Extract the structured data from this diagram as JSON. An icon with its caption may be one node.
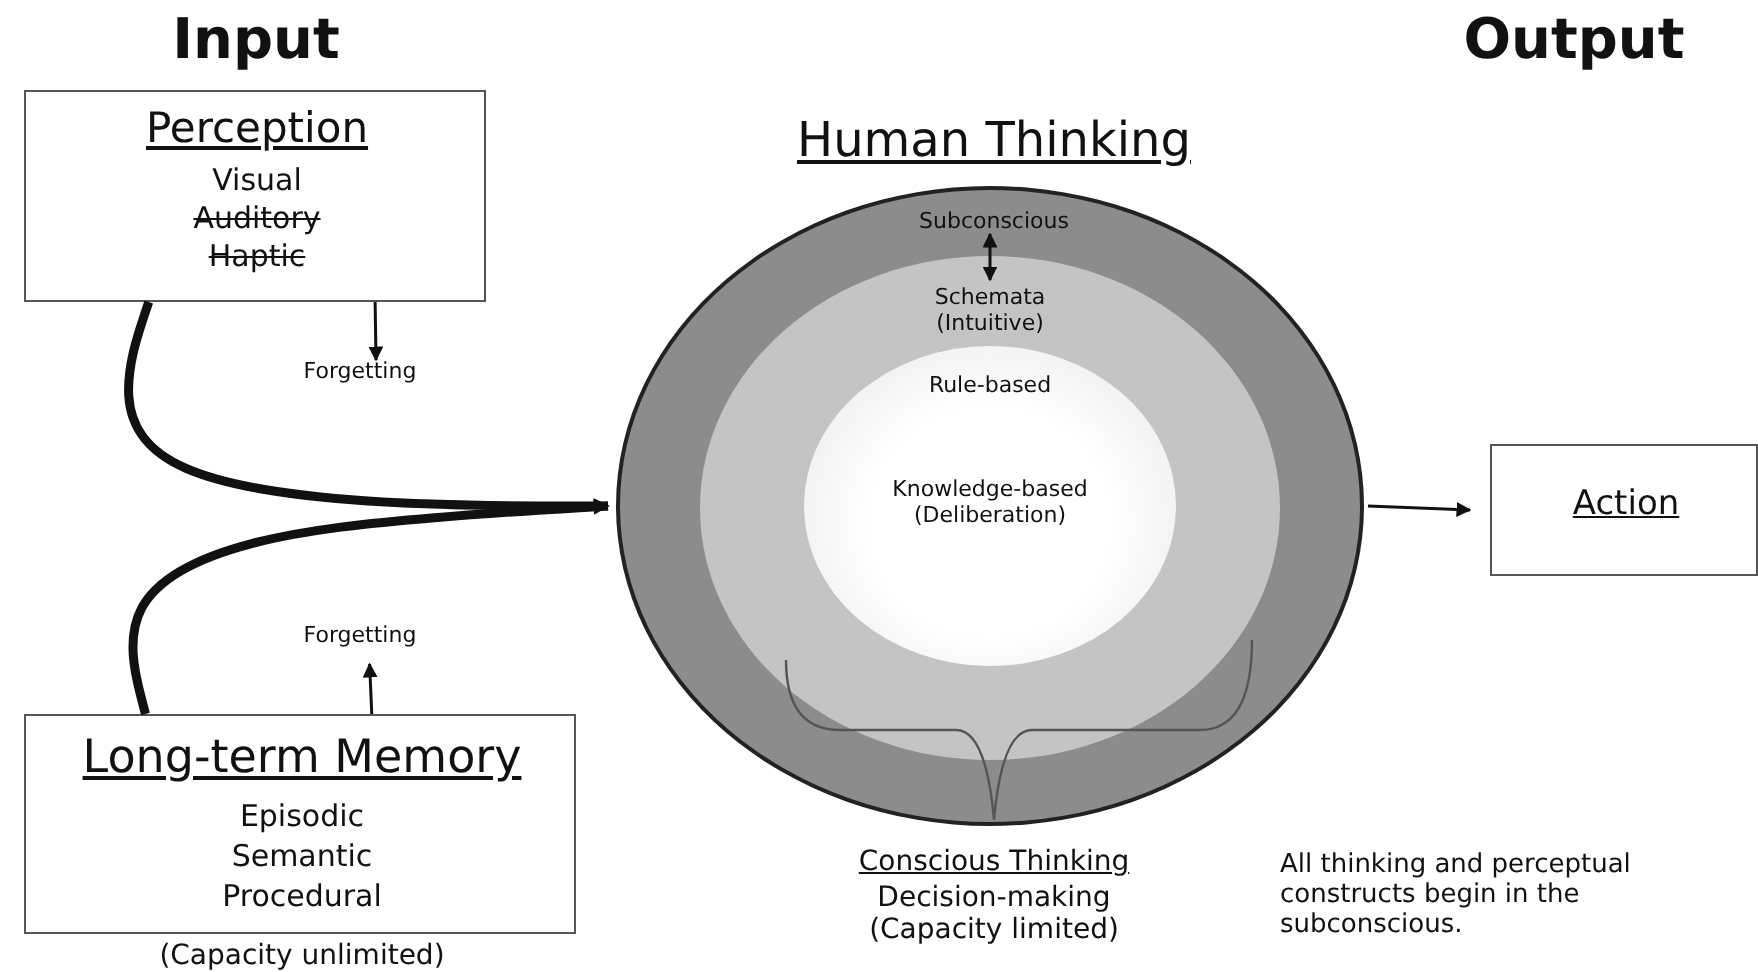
{
  "diagram": {
    "nodes": [
      {
        "text": [
          "Perception",
          "Visual",
          "Auditory",
          "Haptic"
        ]
      },
      {
        "text": [
          "Forgetting"
        ]
      },
      {
        "text": [
          "Long-term Memory",
          "Episodic",
          "Semantic",
          "Procedural"
        ],
        "beside": [
          "(Capacity unlimited)"
        ]
      },
      {
        "text": [
          "Forgetting"
        ]
      },
      {
        "text": [
          "Human Thinking",
          "Subconscious"
        ],
        "beside": [
          "Conscious Thinking",
          "Decision-making (Capacity limited)"
        ]
      },
      {
        "text": [
          "Schemata (Intuitive)"
        ],
        "in": 4
      },
      {
        "text": [
          "Rule-based",
          "Knowledge-based (Deliberation)"
        ],
        "in": 5
      },
      {
        "text": [
          "Action"
        ]
      }
    ],
    "edges": [
      {
        "from": 0,
        "to": 4,
        "arrow": "to",
        "style": "thick"
      },
      {
        "from": 2,
        "to": 4,
        "arrow": "to",
        "style": "thick"
      },
      {
        "from": 0,
        "to": 1,
        "arrow": "to"
      },
      {
        "from": 2,
        "to": 3,
        "arrow": "to"
      },
      {
        "from": 4,
        "to": 5,
        "arrow": "both"
      },
      {
        "from": 4,
        "to": 7,
        "arrow": "to"
      }
    ],
    "labels": [
      "Input",
      "Output",
      "All thinking and perceptual constructs begin in the subconscious."
    ]
  }
}
